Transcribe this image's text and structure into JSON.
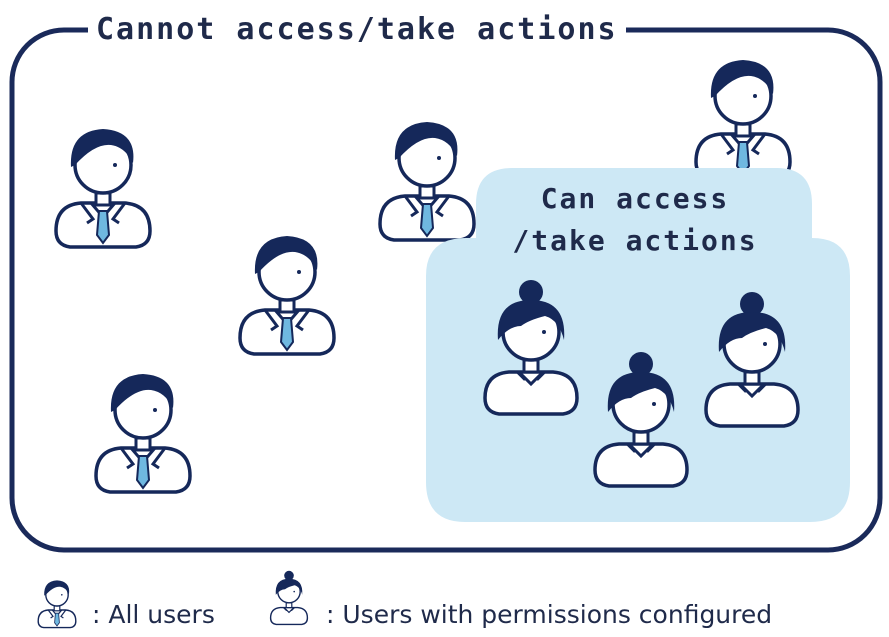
{
  "diagram": {
    "outer_group": {
      "label": "Cannot access/take actions",
      "border_color": "#1a2a5a"
    },
    "inner_group": {
      "label_line1": "Can access",
      "label_line2": "/take actions",
      "fill_color": "#cde8f5"
    },
    "colors": {
      "hair": "#15285a",
      "skin": "#ffffff",
      "tie": "#6fb8e0",
      "text": "#1f2a4a"
    }
  },
  "legend": {
    "all_users_label": ": All users",
    "permission_users_label": ": Users with permissions configured",
    "all_users_icon": "male-user-icon",
    "permission_users_icon": "female-user-icon"
  }
}
